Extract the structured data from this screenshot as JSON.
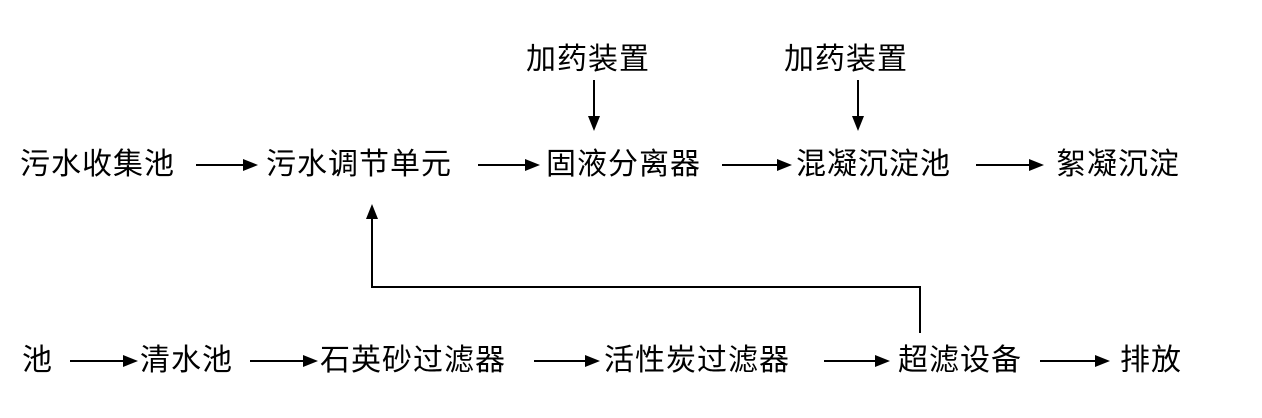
{
  "row1": {
    "n1": "污水收集池",
    "n2": "污水调节单元",
    "n3": "固液分离器",
    "n4": "混凝沉淀池",
    "n5": "絮凝沉淀"
  },
  "dosing": {
    "d1": "加药装置",
    "d2": "加药装置"
  },
  "row2": {
    "m1": "池",
    "m2": "清水池",
    "m3": "石英砂过滤器",
    "m4": "活性炭过滤器",
    "m5": "超滤设备",
    "m6": "排放"
  }
}
